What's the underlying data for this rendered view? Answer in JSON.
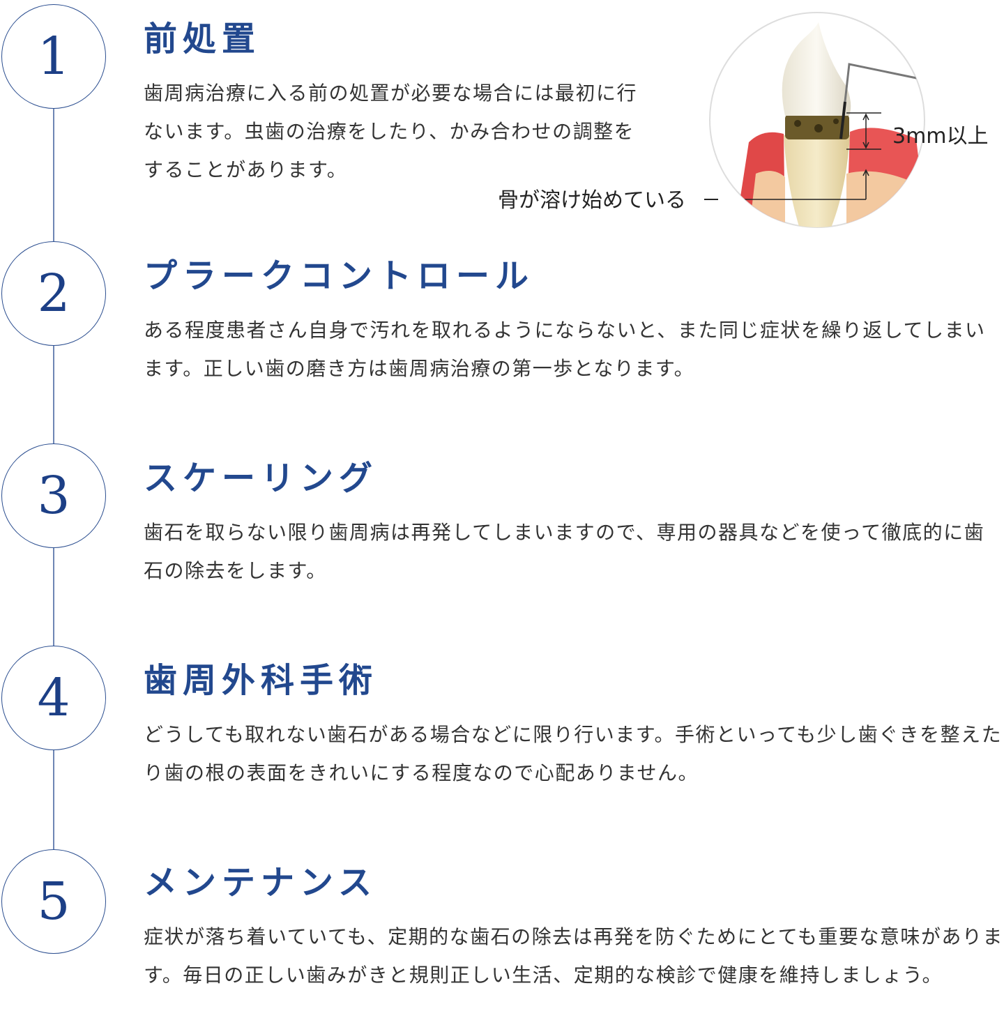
{
  "steps": [
    {
      "number": "1",
      "title": "前処置",
      "body": "歯周病治療に入る前の処置が必要な場合には最初に行ないます。虫歯の治療をしたり、かみ合わせの調整をすることがあります。"
    },
    {
      "number": "2",
      "title": "プラークコントロール",
      "body": "ある程度患者さん自身で汚れを取れるようにならないと、また同じ症状を繰り返してしまいます。正しい歯の磨き方は歯周病治療の第一歩となります。"
    },
    {
      "number": "3",
      "title": "スケーリング",
      "body": "歯石を取らない限り歯周病は再発してしまいますので、専用の器具などを使って徹底的に歯石の除去をします。"
    },
    {
      "number": "4",
      "title": "歯周外科手術",
      "body": "どうしても取れない歯石がある場合などに限り行います。手術といっても少し歯ぐきを整えたり歯の根の表面をきれいにする程度なので心配ありません。"
    },
    {
      "number": "5",
      "title": "メンテナンス",
      "body": "症状が落ち着いていても、定期的な歯石の除去は再発を防ぐためにとても重要な意味があります。毎日の正しい歯みがきと規則正しい生活、定期的な検診で健康を維持しましょう。"
    }
  ],
  "illustration": {
    "label_bone": "骨が溶け始めている",
    "label_depth": "3mm以上"
  },
  "colors": {
    "accent": "#22488e",
    "circle_border": "#2a4d8f",
    "line": "#6e86b4",
    "text": "#333333"
  }
}
